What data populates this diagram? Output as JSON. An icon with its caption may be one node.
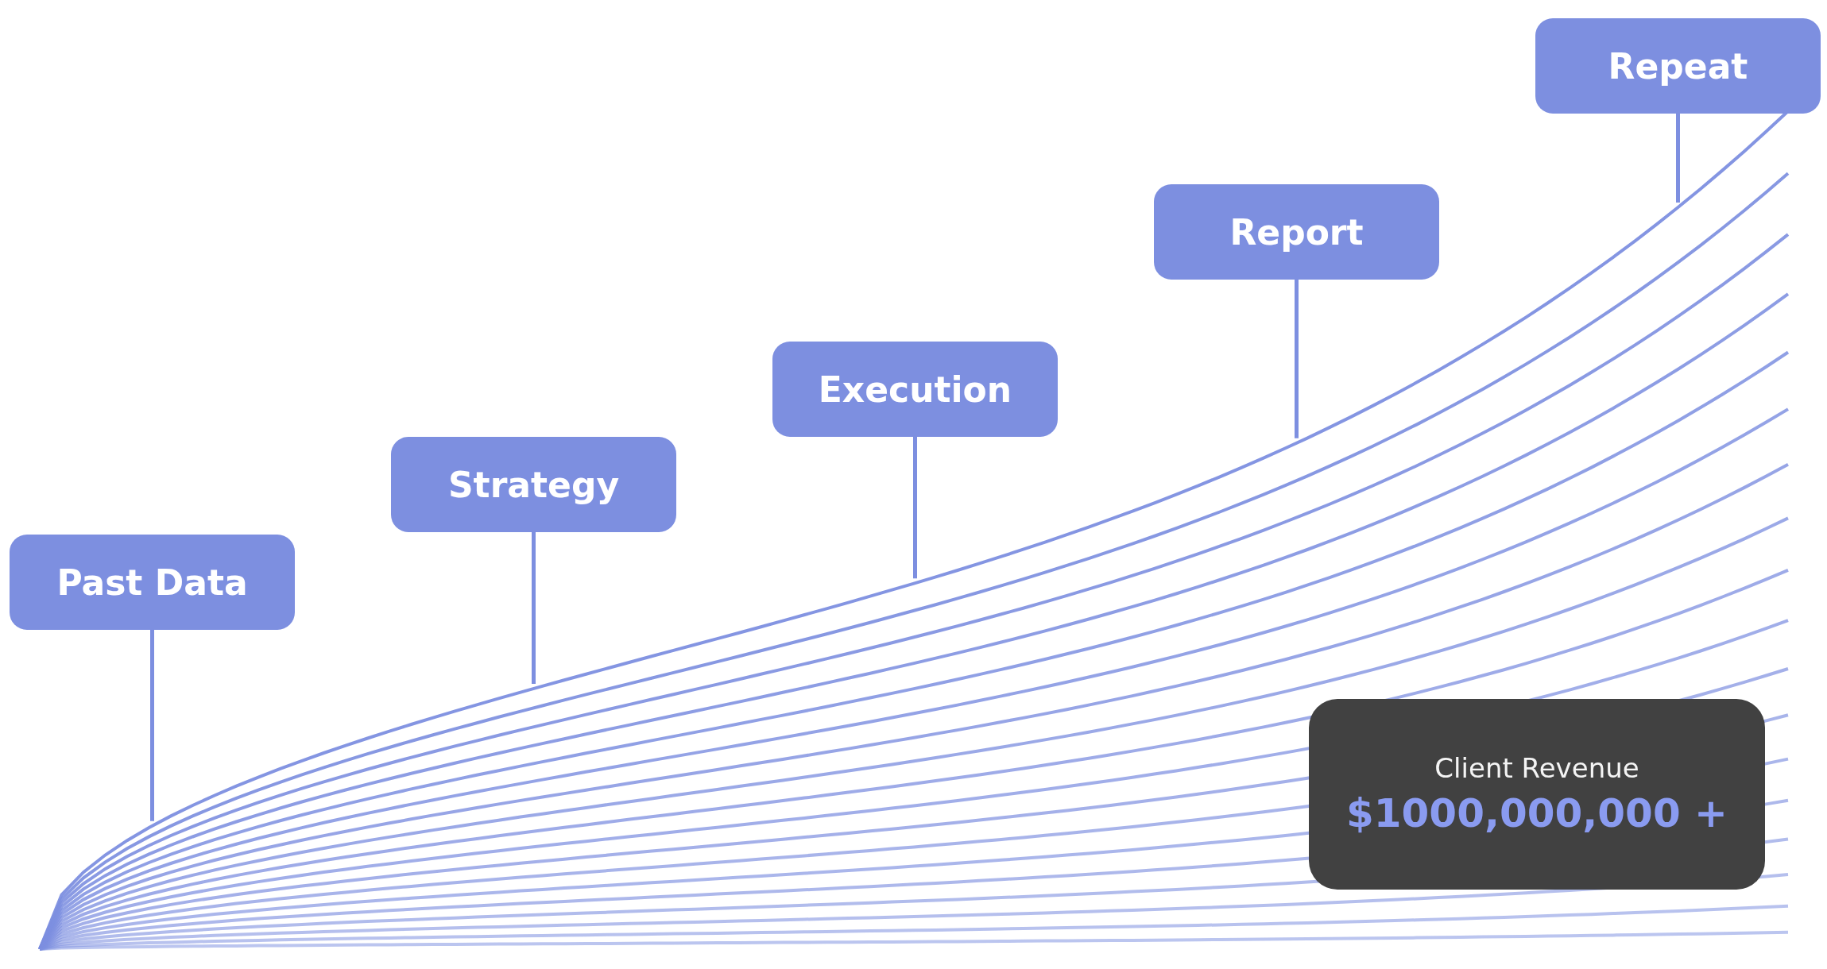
{
  "diagram": {
    "nodes": [
      {
        "text": [
          "Past Data"
        ]
      },
      {
        "text": [
          "Strategy"
        ]
      },
      {
        "text": [
          "Execution"
        ]
      },
      {
        "text": [
          "Report"
        ]
      },
      {
        "text": [
          "Repeat"
        ]
      },
      {
        "text": [
          "Client Revenue",
          "$1000,000,000 +"
        ]
      }
    ],
    "edges": [
      {
        "from": 0,
        "to": null,
        "arrow": "none"
      },
      {
        "from": 1,
        "to": null,
        "arrow": "none"
      },
      {
        "from": 2,
        "to": null,
        "arrow": "none"
      },
      {
        "from": 3,
        "to": null,
        "arrow": "none"
      },
      {
        "from": 4,
        "to": null,
        "arrow": "none"
      }
    ]
  }
}
